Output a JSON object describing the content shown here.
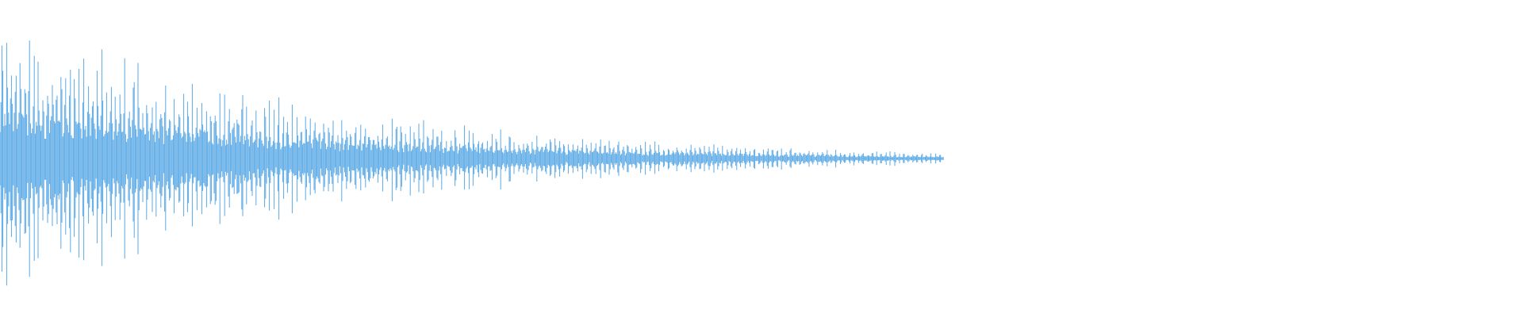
{
  "waveform": {
    "color": "#5aa9e6",
    "background": "#ffffff",
    "envelope": {
      "peak": 0.8,
      "decay_rate": 3.2,
      "sustain_level": 0.05,
      "end_fraction": 0.62
    }
  }
}
